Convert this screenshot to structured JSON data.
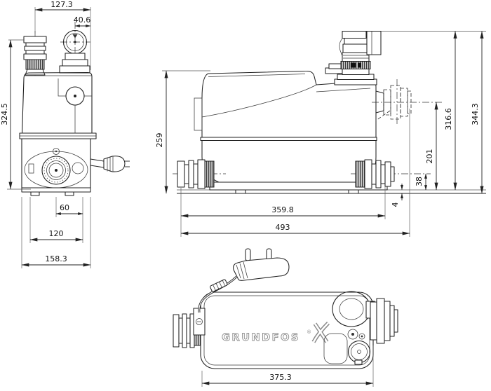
{
  "colors": {
    "line": "#222222",
    "background": "#ffffff",
    "knurl": "#555555"
  },
  "logo": {
    "brand": "GRUNDFOS",
    "registered": "®"
  },
  "views": {
    "front": {
      "dims": {
        "width_pipe_to_edge": "127.3",
        "width_inlet_to_edge": "40.6",
        "overall_height": "324.5",
        "center_to_mount": "60",
        "mount_spacing": "120",
        "overall_width": "158.3"
      }
    },
    "side": {
      "dims": {
        "tank_height": "259",
        "height_to_lid_top": "316.6",
        "overall_height": "344.3",
        "side_inlet_center_height": "201",
        "outlet_center_height": "38",
        "base_plate_thickness": "4",
        "length_to_outlet_flange": "359.8",
        "overall_length": "493"
      }
    },
    "bottom": {
      "dims": {
        "overall_width": "375.3"
      }
    }
  }
}
